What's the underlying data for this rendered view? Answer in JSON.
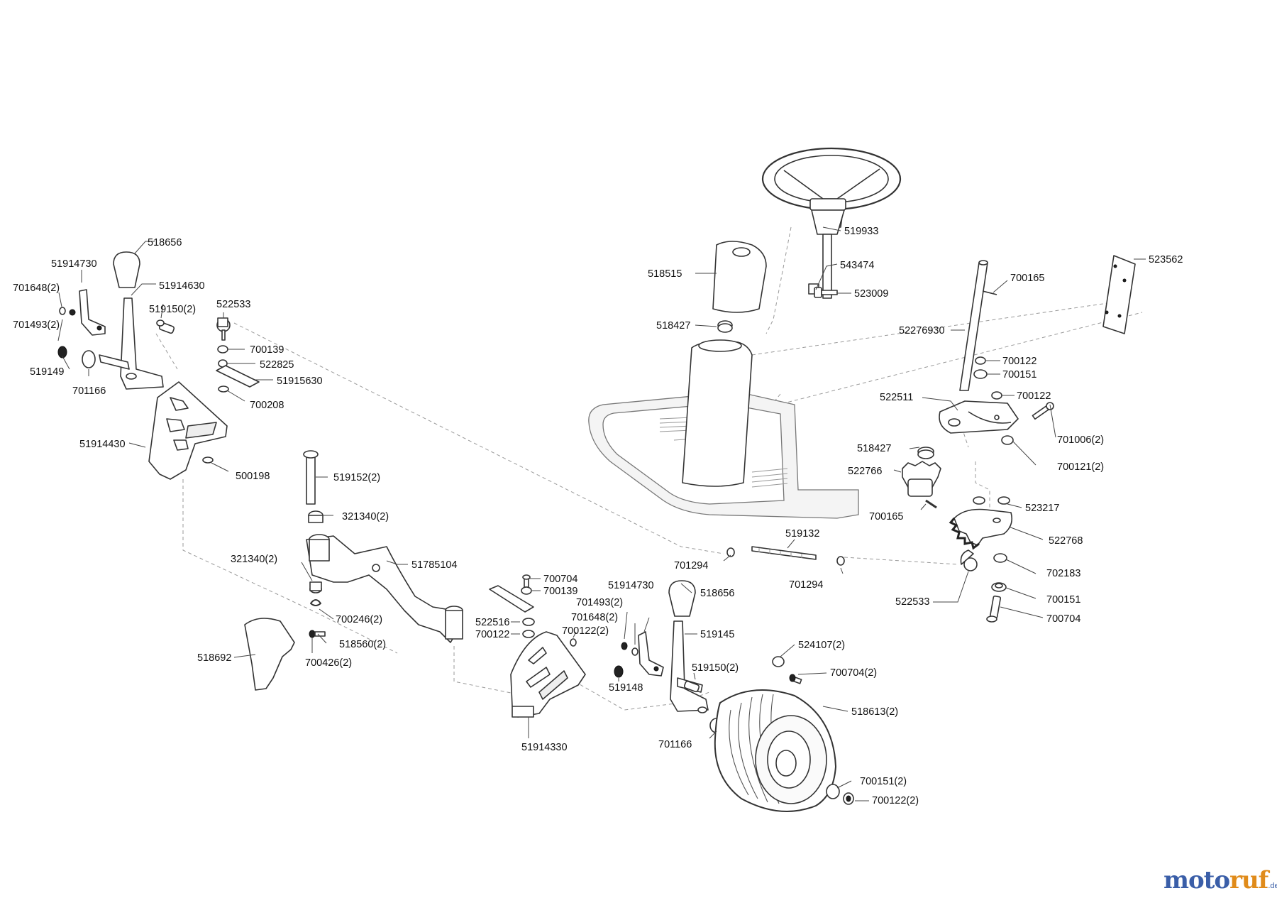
{
  "labels": {
    "l518656a": "518656",
    "l51914730a": "51914730",
    "l51914630": "51914630",
    "l701648a": "701648(2)",
    "l519150a": "519150(2)",
    "l522533a": "522533",
    "l701493a": "701493(2)",
    "l700139a": "700139",
    "l522825": "522825",
    "l51915630": "51915630",
    "l519149": "519149",
    "l701166a": "701166",
    "l700208": "700208",
    "l51914430": "51914430",
    "l500198": "500198",
    "l519152": "519152(2)",
    "l321340a": "321340(2)",
    "l321340b": "321340(2)",
    "l51785104": "51785104",
    "l700246": "700246(2)",
    "l518560": "518560(2)",
    "l700426": "700426(2)",
    "l518692": "518692",
    "l700704a": "700704",
    "l700139b": "700139",
    "l522516": "522516",
    "l700122a": "700122",
    "l700122b": "700122(2)",
    "l51914330": "51914330",
    "l51914730b": "51914730",
    "l701493b": "701493(2)",
    "l701648b": "701648(2)",
    "l518656b": "518656",
    "l519145": "519145",
    "l519148": "519148",
    "l519150b": "519150(2)",
    "l701166b": "701166",
    "l701294a": "701294",
    "l519132": "519132",
    "l701294b": "701294",
    "l524107": "524107(2)",
    "l700704b": "700704(2)",
    "l518613": "518613(2)",
    "l700151a": "700151(2)",
    "l700122c": "700122(2)",
    "l519933": "519933",
    "l518515": "518515",
    "l543474": "543474",
    "l523009": "523009",
    "l518427a": "518427",
    "l523562": "523562",
    "l700165a": "700165",
    "l52276930": "52276930",
    "l700122d": "700122",
    "l700151b": "700151",
    "l700122e": "700122",
    "l522511": "522511",
    "l701006": "701006(2)",
    "l518427b": "518427",
    "l700121": "700121(2)",
    "l522766": "522766",
    "l700165b": "700165",
    "l523217": "523217",
    "l522768": "522768",
    "l702183": "702183",
    "l522533b": "522533",
    "l700151c": "700151",
    "l700704c": "700704"
  },
  "logo": {
    "text_m": "moto",
    "text_r": "ruf",
    "domain": ".de"
  }
}
